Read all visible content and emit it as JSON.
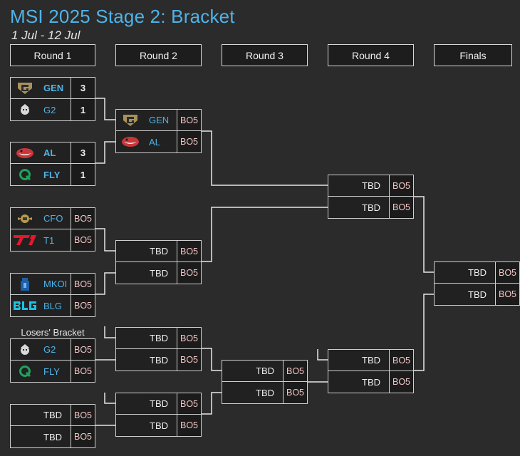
{
  "header": {
    "title": "MSI 2025 Stage 2: Bracket",
    "dates": "1 Jul - 12 Jul"
  },
  "rounds": [
    "Round 1",
    "Round 2",
    "Round 3",
    "Round 4",
    "Finals"
  ],
  "losers_label": "Losers' Bracket",
  "matches": {
    "r1_m1": {
      "top": {
        "team": "GEN",
        "score": "3"
      },
      "bottom": {
        "team": "G2",
        "score": "1"
      }
    },
    "r1_m2": {
      "top": {
        "team": "AL",
        "score": "3"
      },
      "bottom": {
        "team": "FLY",
        "score": "1"
      }
    },
    "r1_m3": {
      "top": {
        "team": "CFO",
        "score": "BO5"
      },
      "bottom": {
        "team": "T1",
        "score": "BO5"
      }
    },
    "r1_m4": {
      "top": {
        "team": "MKOI",
        "score": "BO5"
      },
      "bottom": {
        "team": "BLG",
        "score": "BO5"
      }
    },
    "r1_lb1": {
      "top": {
        "team": "G2",
        "score": "BO5"
      },
      "bottom": {
        "team": "FLY",
        "score": "BO5"
      }
    },
    "r1_lb2": {
      "top": {
        "team": "TBD",
        "score": "BO5"
      },
      "bottom": {
        "team": "TBD",
        "score": "BO5"
      }
    },
    "r2_m1": {
      "top": {
        "team": "GEN",
        "score": "BO5"
      },
      "bottom": {
        "team": "AL",
        "score": "BO5"
      }
    },
    "r2_m2": {
      "top": {
        "team": "TBD",
        "score": "BO5"
      },
      "bottom": {
        "team": "TBD",
        "score": "BO5"
      }
    },
    "r2_lb1": {
      "top": {
        "team": "TBD",
        "score": "BO5"
      },
      "bottom": {
        "team": "TBD",
        "score": "BO5"
      }
    },
    "r2_lb2": {
      "top": {
        "team": "TBD",
        "score": "BO5"
      },
      "bottom": {
        "team": "TBD",
        "score": "BO5"
      }
    },
    "r3_lb1": {
      "top": {
        "team": "TBD",
        "score": "BO5"
      },
      "bottom": {
        "team": "TBD",
        "score": "BO5"
      }
    },
    "r4_m1": {
      "top": {
        "team": "TBD",
        "score": "BO5"
      },
      "bottom": {
        "team": "TBD",
        "score": "BO5"
      }
    },
    "r4_lb1": {
      "top": {
        "team": "TBD",
        "score": "BO5"
      },
      "bottom": {
        "team": "TBD",
        "score": "BO5"
      }
    },
    "finals": {
      "top": {
        "team": "TBD",
        "score": "BO5"
      },
      "bottom": {
        "team": "TBD",
        "score": "BO5"
      }
    }
  },
  "colors": {
    "background": "#2b2b2b",
    "team_name": "#4fb3e8",
    "bo_text": "#f3c4c4",
    "line": "#e8e8e8"
  },
  "icons": {
    "GEN": "gen-g-logo-icon",
    "G2": "g2-samurai-logo-icon",
    "AL": "al-shark-logo-icon",
    "FLY": "fly-q-logo-icon",
    "CFO": "cfo-wings-logo-icon",
    "T1": "t1-red-logo-icon",
    "MKOI": "mkoi-tower-logo-icon",
    "BLG": "blg-cyan-logo-icon"
  }
}
